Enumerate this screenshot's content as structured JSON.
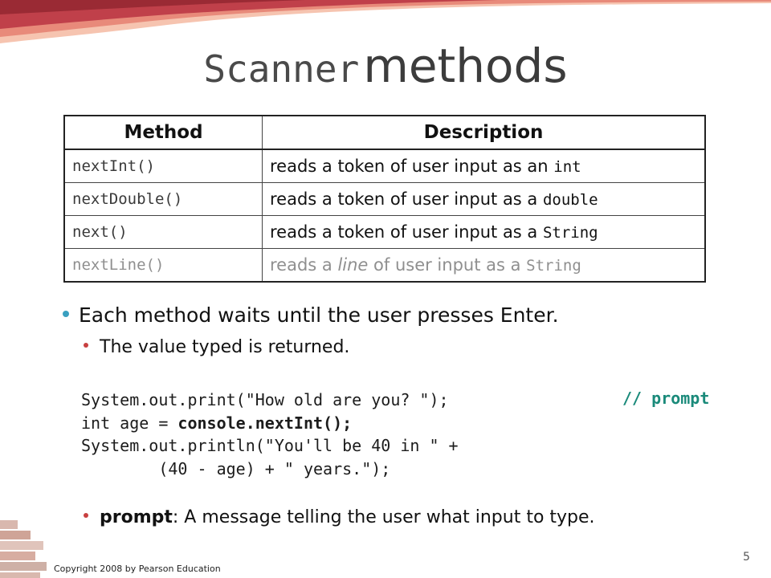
{
  "title": {
    "mono_part": "Scanner",
    "sans_part": "methods"
  },
  "table": {
    "headers": [
      "Method",
      "Description"
    ],
    "rows": [
      {
        "method": "nextInt()",
        "desc_prefix": "reads a token of user input as an ",
        "desc_italic": "",
        "desc_middle": "",
        "desc_code": "int",
        "faded": false
      },
      {
        "method": "nextDouble()",
        "desc_prefix": "reads a token of user input as a ",
        "desc_italic": "",
        "desc_middle": "",
        "desc_code": "double",
        "faded": false
      },
      {
        "method": "next()",
        "desc_prefix": "reads a token of user input as a ",
        "desc_italic": "",
        "desc_middle": "",
        "desc_code": "String",
        "faded": false
      },
      {
        "method": "nextLine()",
        "desc_prefix": "reads a ",
        "desc_italic": "line",
        "desc_middle": " of user input as a ",
        "desc_code": "String",
        "faded": true
      }
    ]
  },
  "bullets": {
    "main": "Each method waits until the user presses Enter.",
    "sub": "The value typed is returned."
  },
  "code": {
    "line1": "System.out.print(\"How old are you? \");",
    "comment": "// prompt",
    "line2_prefix": "int age = ",
    "line2_bold": "console.nextInt();",
    "line3": "System.out.println(\"You'll be 40 in \" +",
    "line4": "        (40 - age) + \" years.\");"
  },
  "definition": {
    "term": "prompt",
    "text": ": A message telling the user what input to type."
  },
  "footer": {
    "copyright": "Copyright 2008 by Pearson Education",
    "page_number": "5"
  },
  "colors": {
    "swoosh_red": "#c0404a",
    "swoosh_salmon": "#e88a7a",
    "bullet_blue": "#3aa0c0",
    "bullet_red": "#c84040",
    "comment_teal": "#1a8a7a"
  }
}
